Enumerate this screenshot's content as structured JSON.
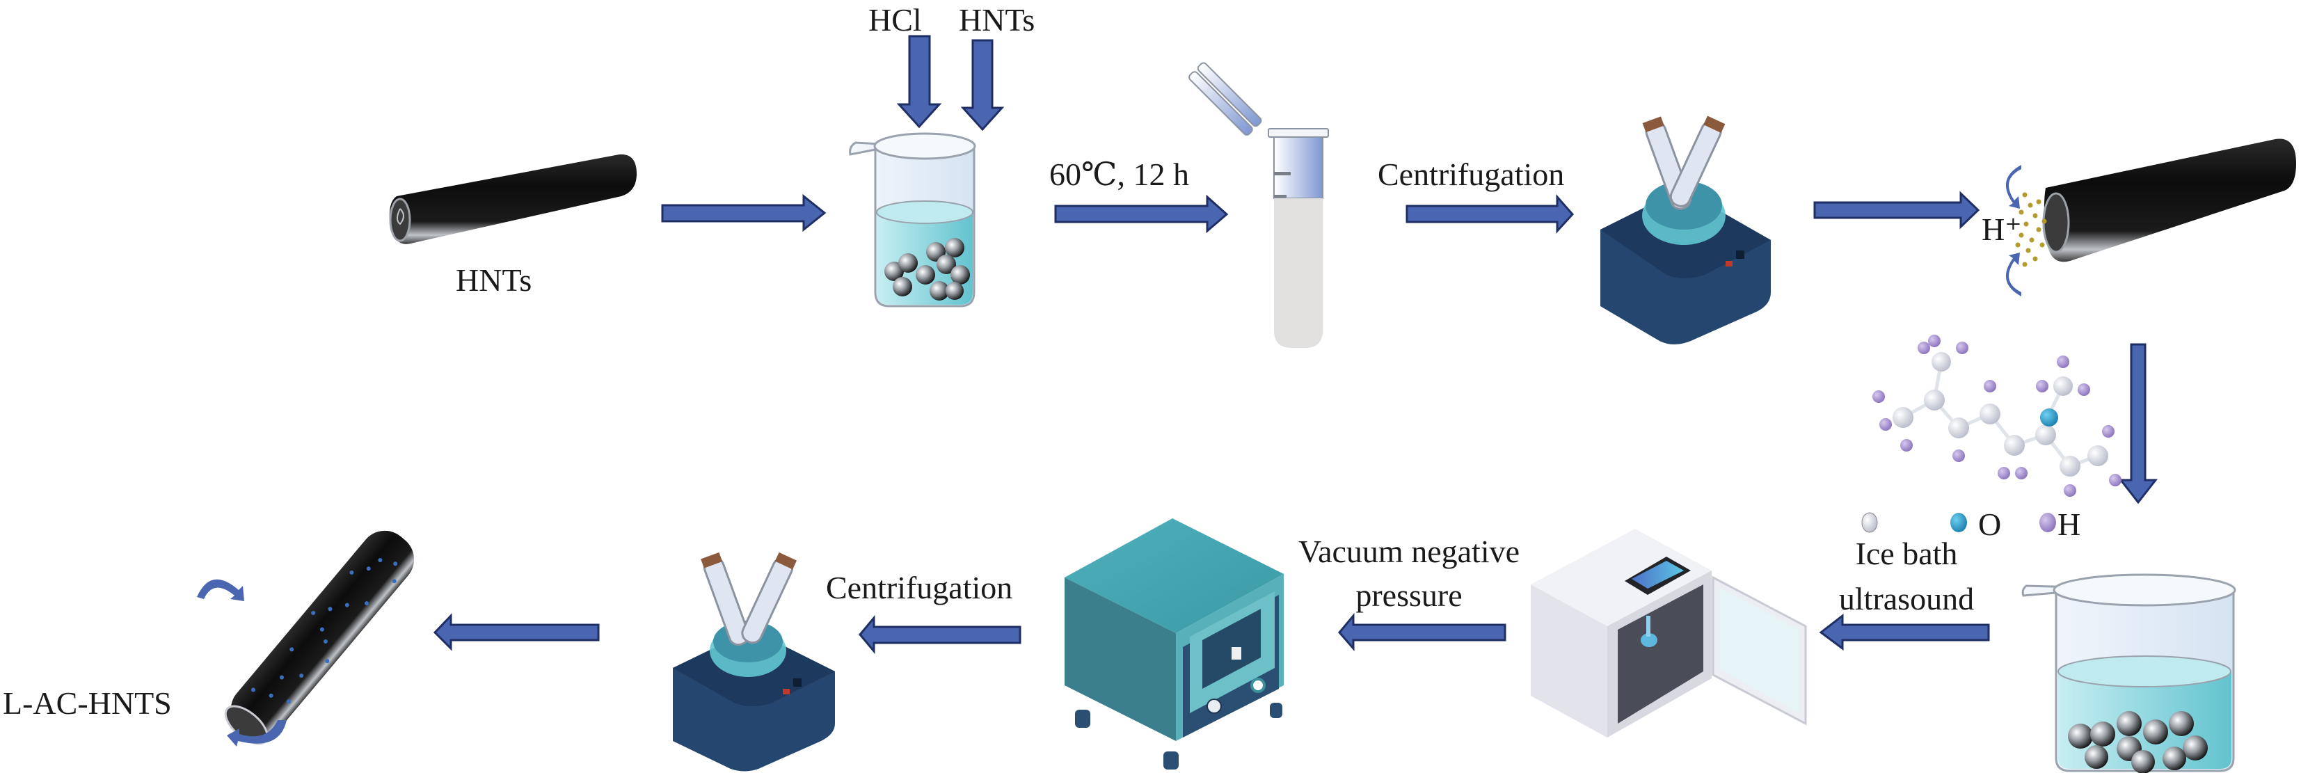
{
  "diagram": {
    "type": "process-flow",
    "description": "Preparation scheme of L-AC-HNTS from halloysite nanotubes",
    "colors": {
      "arrow": "#4a66b0",
      "arrow_outline": "#1f2f66",
      "liquid": "#7fcfd8",
      "beaker_glass": "#e4eef8",
      "centrifuge_base": "#25466e",
      "oven": "#3e8f9c",
      "ultrasound": "#e6e7ee",
      "oxygen_atom": "#2a96c8",
      "hydrogen_atom": "#9a86c8",
      "carbon_atom": "#eceff4",
      "h_plus_particles": "#b59a2e",
      "tube": "#111111"
    },
    "row1": {
      "step1": {
        "label": "HNTs",
        "icon": "halloysite-nanotube-icon"
      },
      "step2": {
        "inputs": [
          "HCl",
          "HNTs"
        ],
        "icon": "beaker-with-spheres-icon"
      },
      "arrow2_label": "60℃, 12 h",
      "step3": {
        "icon": "test-tube-icon"
      },
      "arrow3_label": "Centrifugation",
      "step4": {
        "icon": "centrifuge-icon"
      },
      "step5": {
        "label": "H⁺",
        "icon": "acid-activated-nanotube-icon"
      }
    },
    "molecule": {
      "icon": "molecule-icon",
      "legend": [
        {
          "atom": "carbon",
          "label": "",
          "color": "#eceff4"
        },
        {
          "atom": "oxygen",
          "label": "O",
          "color": "#2a96c8"
        },
        {
          "atom": "hydrogen",
          "label": "H",
          "color": "#9a86c8"
        }
      ]
    },
    "row2": {
      "step6": {
        "icon": "beaker-with-spheres-icon"
      },
      "arrow6_label": [
        "Ice bath",
        "ultrasound"
      ],
      "step7": {
        "icon": "ultrasonic-cleaner-icon"
      },
      "arrow7_label": [
        "Vacuum negative",
        "pressure"
      ],
      "step8": {
        "icon": "vacuum-oven-icon"
      },
      "arrow8_label": "Centrifugation",
      "step9": {
        "icon": "centrifuge-icon"
      },
      "step10": {
        "label": "L-AC-HNTS",
        "icon": "loaded-nanotube-icon"
      }
    }
  }
}
